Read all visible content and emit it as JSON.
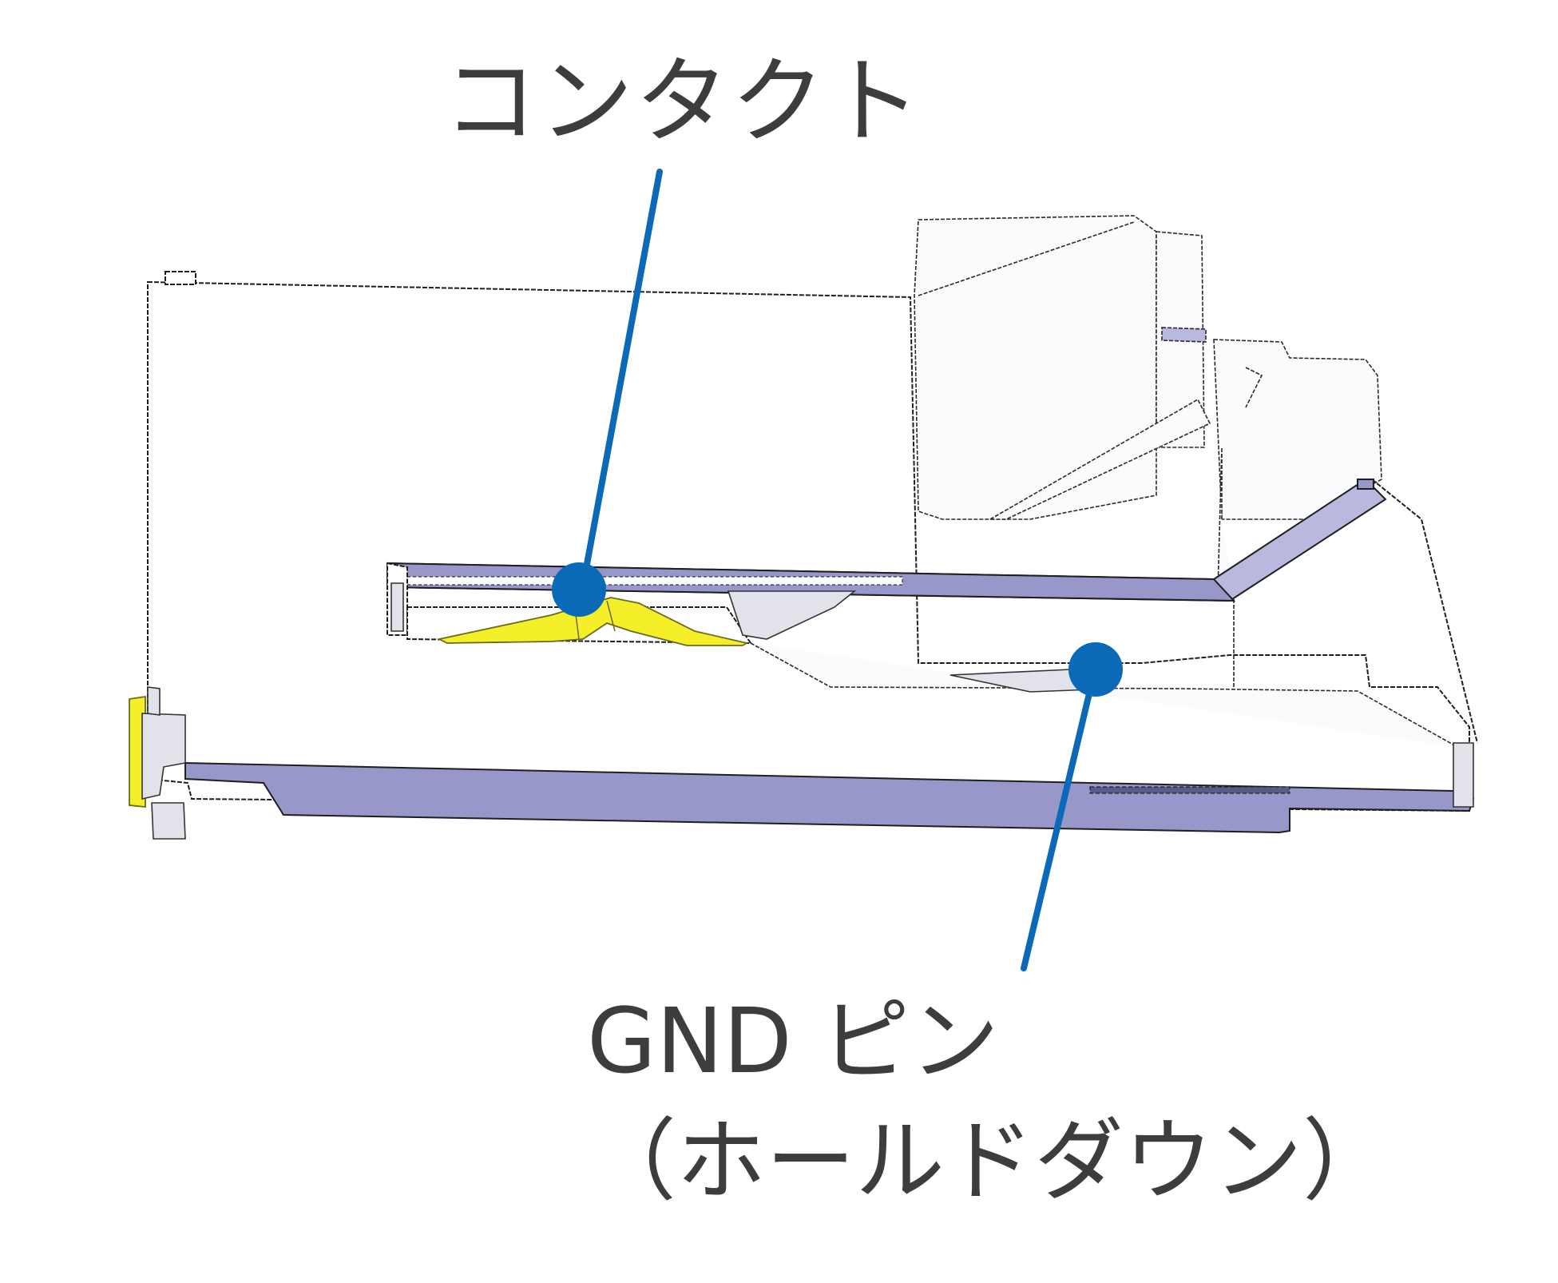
{
  "labels": {
    "contact": "コンタクト",
    "gnd_line1": "GND ピン",
    "gnd_line2": "（ホールドダウン）"
  },
  "colors": {
    "callout": "#0a6ab8",
    "contact_part": "#f5ef2a",
    "shell_part": "#9797c9",
    "text": "#3d3d3d"
  }
}
